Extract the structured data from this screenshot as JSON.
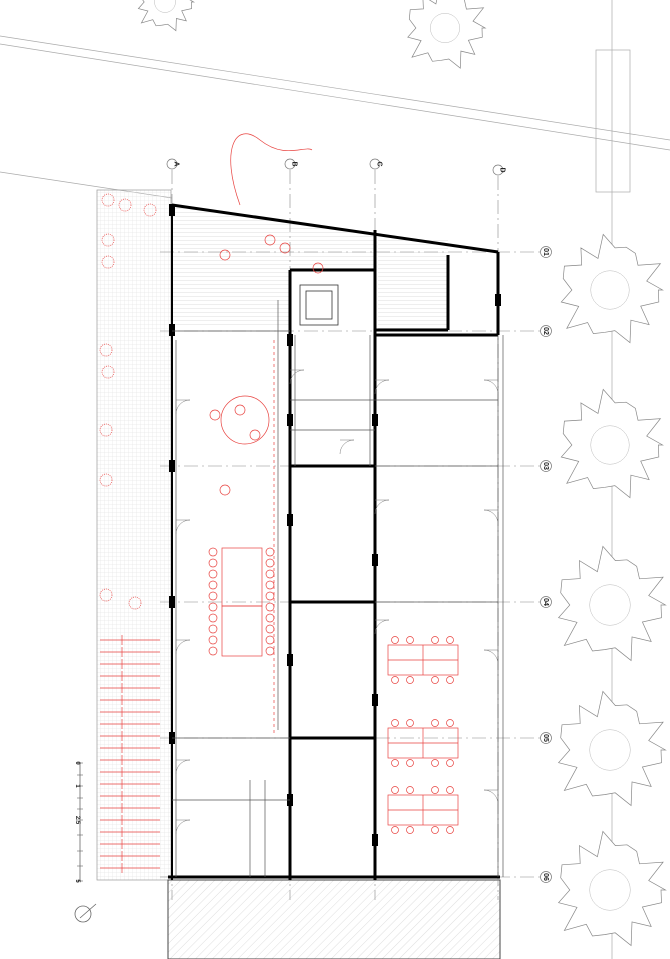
{
  "plan": {
    "grid_columns": [
      "A",
      "B",
      "C",
      "D"
    ],
    "grid_rows": [
      "01",
      "02",
      "03",
      "04",
      "05",
      "06"
    ],
    "scale_bar": {
      "labels": [
        "0",
        "1",
        "2.5",
        "5"
      ]
    },
    "north_arrow": "north-arrow-icon"
  },
  "colors": {
    "walls": "#000000",
    "lines": "#9a9a9a",
    "furniture": "#e8423f",
    "hatch": "#d8d8d8"
  }
}
